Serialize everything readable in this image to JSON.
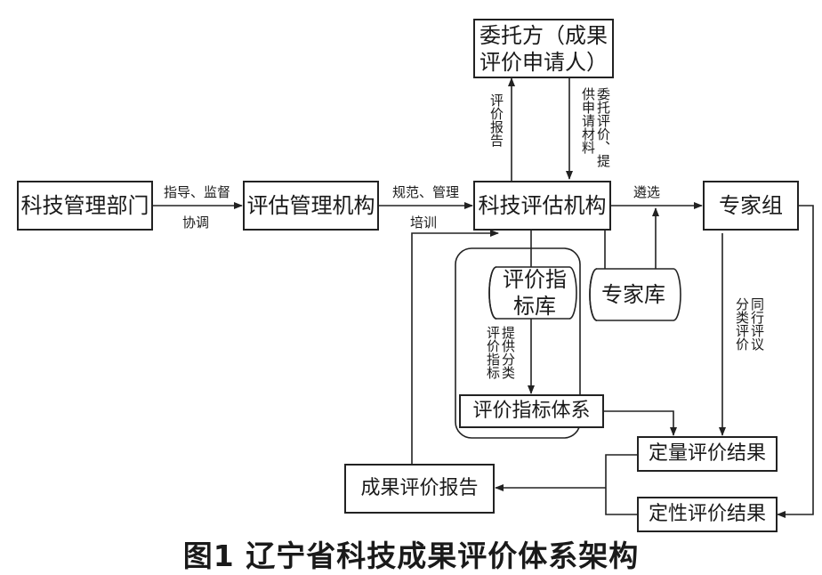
{
  "nodes": {
    "dept": "科技管理部门",
    "mgmt_org": "评估管理机构",
    "eval_org": "科技评估机构",
    "expert_group": "专家组",
    "client_line1": "委托方（成果",
    "client_line2": "评价申请人）",
    "index_lib_line1": "评价指",
    "index_lib_line2": "标库",
    "expert_lib": "专家库",
    "index_system": "评价指标体系",
    "quant_result": "定量评价结果",
    "qual_result": "定性评价结果",
    "report": "成果评价报告"
  },
  "edge_labels": {
    "guide_supervise": "指导、监督",
    "coordinate": "协调",
    "standardize_manage": "规范、管理",
    "train": "培训",
    "select": "遴选",
    "eval_report": "评价报告",
    "commission_apply": "委托评价、提供申请材料",
    "provide_indices": "提供分类评价指标",
    "peer_review": "同行评议分类评价"
  },
  "caption": "图1 辽宁省科技成果评价体系架构"
}
